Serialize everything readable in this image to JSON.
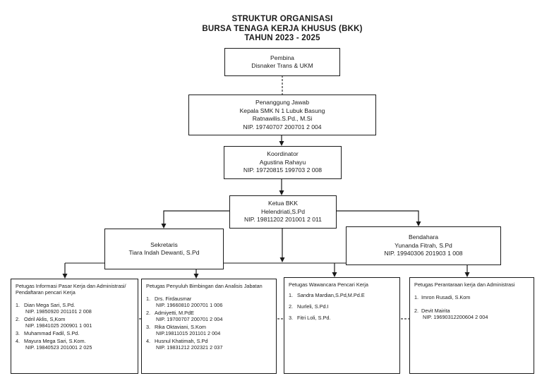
{
  "title": {
    "line1": "STRUKTUR ORGANISASI",
    "line2": "BURSA TENAGA KERJA KHUSUS (BKK)",
    "line3": "TAHUN 2023 - 2025"
  },
  "nodes": {
    "pembina": {
      "role": "Pembina",
      "org": "Disnaker Trans & UKM"
    },
    "penanggung_jawab": {
      "role": "Penanggung Jawab",
      "org": "Kepala SMK N 1 Lubuk Basung",
      "name": "Ratnawilis.S.Pd., M.Si",
      "nip": "NIP. 19740707 200701 2 004"
    },
    "koordinator": {
      "role": "Koordinator",
      "name": "Agustina Rahayu",
      "nip": "NIP. 19720815 199703 2 008"
    },
    "ketua": {
      "role": "Ketua BKK",
      "name": "Helendriati,S.Pd",
      "nip": "NIP. 19811202 201001 2 011"
    },
    "sekretaris": {
      "role": "Sekretaris",
      "name": "Tiara Indah Dewanti, S.Pd"
    },
    "bendahara": {
      "role": "Bendahara",
      "name": "Yunanda Fitrah, S.Pd",
      "nip": "NIP. 19940306 201903 1 008"
    }
  },
  "units": [
    {
      "title": "Petugas Informasi Pasar Kerja dan Administrasi/ Pendaftaran pencari Kerja",
      "members": [
        {
          "no": "1.",
          "name": "Dian Mega Sari, S.Pd.",
          "nip": "NIP. 19850920 201101 2 008"
        },
        {
          "no": "2.",
          "name": "Odril Aklis, S,Kom",
          "nip": "NIP. 19841025 200901 1 001"
        },
        {
          "no": "3.",
          "name": "Muhammad Fadil, S.Pd."
        },
        {
          "no": "4.",
          "name": "Mayura Mega Sari, S.Kom.",
          "nip": "NIP. 19840523 201001 2 025"
        }
      ]
    },
    {
      "title": "Petugas Penyuluh Bimbingan dan Analisis Jabatan",
      "members": [
        {
          "no": "1.",
          "name": "Drs. Firdausmar",
          "nip": "NIP. 19660810 200701 1 006"
        },
        {
          "no": "2.",
          "name": "Admiyetti, M.PdE",
          "nip": "NIP. 19700707 200701 2 004"
        },
        {
          "no": "3.",
          "name": "Rika Oktaviani, S.Kom",
          "nip": "NIP.19811015 201101 2 004"
        },
        {
          "no": "4.",
          "name": "Husnul Khatimah, S.Pd",
          "nip": "NIP. 19831212 202321 2 037"
        }
      ]
    },
    {
      "title": "Petugas Wawancara Pencari Kerja",
      "members": [
        {
          "no": "1.",
          "name": "Sandra Mardian,S.Pd,M.Pd.E"
        },
        {
          "no": "2.",
          "name": "Nurleli, S.Pd.I"
        },
        {
          "no": "3.",
          "name": "Fitri Loli, S.Pd."
        }
      ]
    },
    {
      "title": "Petugas Perantaraan kerja dan Administrasi",
      "members": [
        {
          "no": "1.",
          "name": "Imron Rusadi, S.Kom"
        },
        {
          "no": "2.",
          "name": "Devit Mairita",
          "nip": "NIP. 19690312200604 2 004"
        }
      ]
    }
  ]
}
